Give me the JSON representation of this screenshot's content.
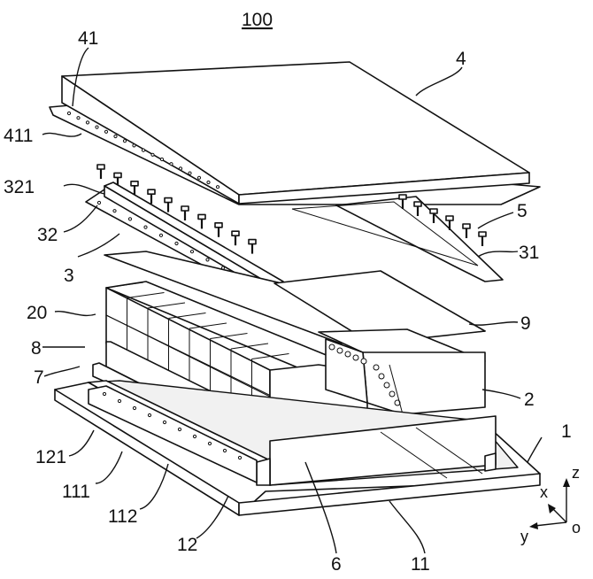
{
  "title": "100",
  "labels": {
    "l41": "41",
    "l411": "411",
    "l4": "4",
    "l321": "321",
    "l32": "32",
    "l3": "3",
    "l5": "5",
    "l31": "31",
    "l20": "20",
    "l9": "9",
    "l8": "8",
    "l7": "7",
    "l2": "2",
    "l1": "1",
    "l121": "121",
    "l111": "111",
    "l112": "112",
    "l12": "12",
    "l6": "6",
    "l11": "11"
  },
  "axes": {
    "x": "x",
    "y": "y",
    "z": "z",
    "o": "o"
  }
}
